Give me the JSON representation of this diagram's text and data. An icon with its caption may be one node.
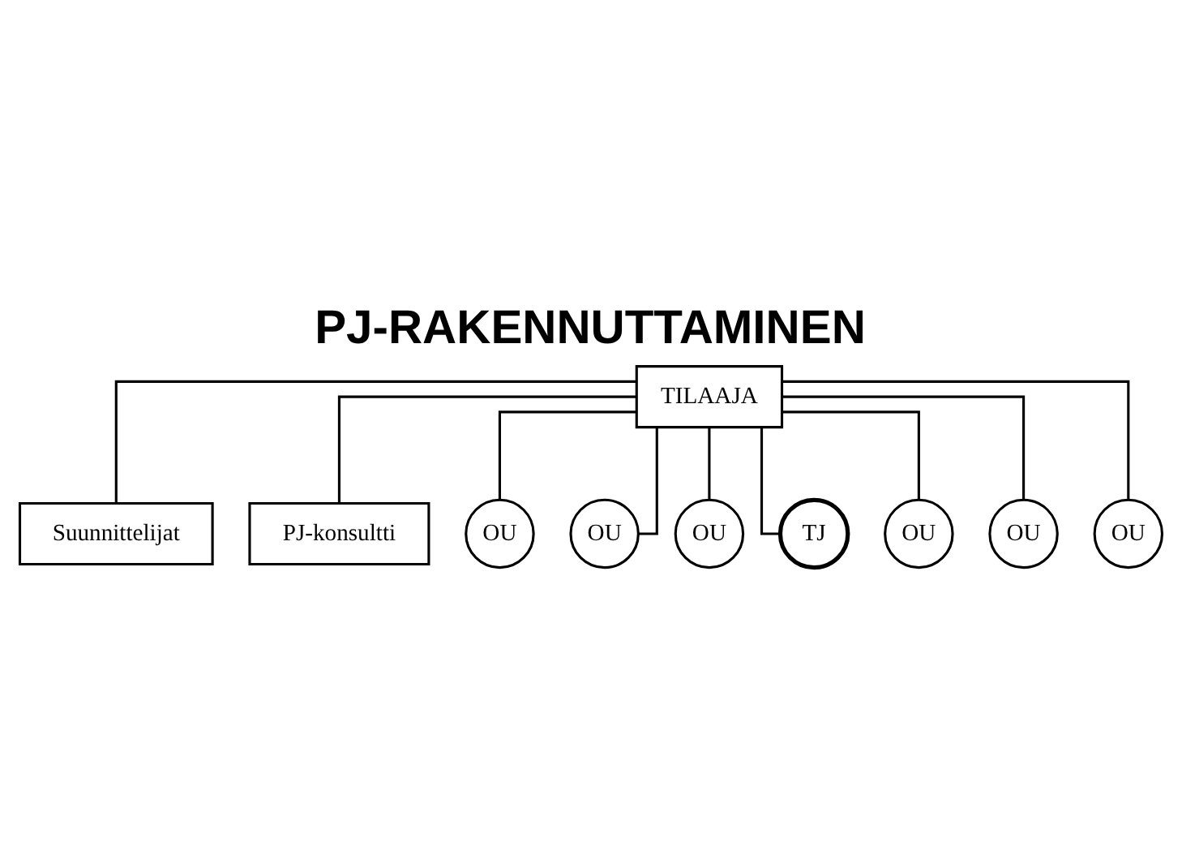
{
  "diagram": {
    "title": "PJ-RAKENNUTTAMINEN",
    "nodes": [
      {
        "text": [
          "TILAAJA"
        ]
      },
      {
        "text": [
          "Suunnittelijat"
        ]
      },
      {
        "text": [
          "PJ-konsultti"
        ]
      },
      {
        "text": [
          "OU"
        ]
      },
      {
        "text": [
          "OU"
        ]
      },
      {
        "text": [
          "OU"
        ]
      },
      {
        "text": [
          "TJ"
        ]
      },
      {
        "text": [
          "OU"
        ]
      },
      {
        "text": [
          "OU"
        ]
      },
      {
        "text": [
          "OU"
        ]
      }
    ],
    "edges": [
      {
        "from": 0,
        "to": 1,
        "arrow": "none"
      },
      {
        "from": 0,
        "to": 2,
        "arrow": "none"
      },
      {
        "from": 0,
        "to": 3,
        "arrow": "none"
      },
      {
        "from": 0,
        "to": 4,
        "arrow": "none"
      },
      {
        "from": 0,
        "to": 5,
        "arrow": "none"
      },
      {
        "from": 0,
        "to": 6,
        "arrow": "none"
      },
      {
        "from": 0,
        "to": 7,
        "arrow": "none"
      },
      {
        "from": 0,
        "to": 8,
        "arrow": "none"
      },
      {
        "from": 0,
        "to": 9,
        "arrow": "none"
      }
    ]
  }
}
